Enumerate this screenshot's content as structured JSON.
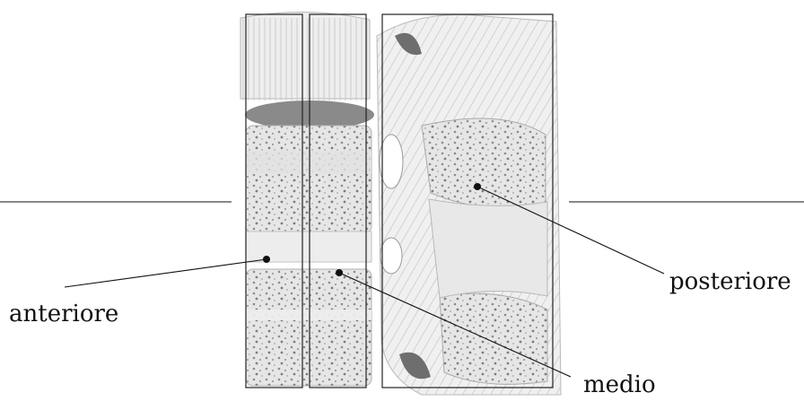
{
  "labels": {
    "anterior": "anteriore",
    "middle": "medio",
    "posterior": "posteriore"
  },
  "colors": {
    "line": "#111111",
    "box": "#222222",
    "bone_light": "#ebebeb",
    "bone_mid": "#cfcfcf",
    "bone_dark": "#9a9a9a",
    "marrow": "#7a7a7a"
  }
}
